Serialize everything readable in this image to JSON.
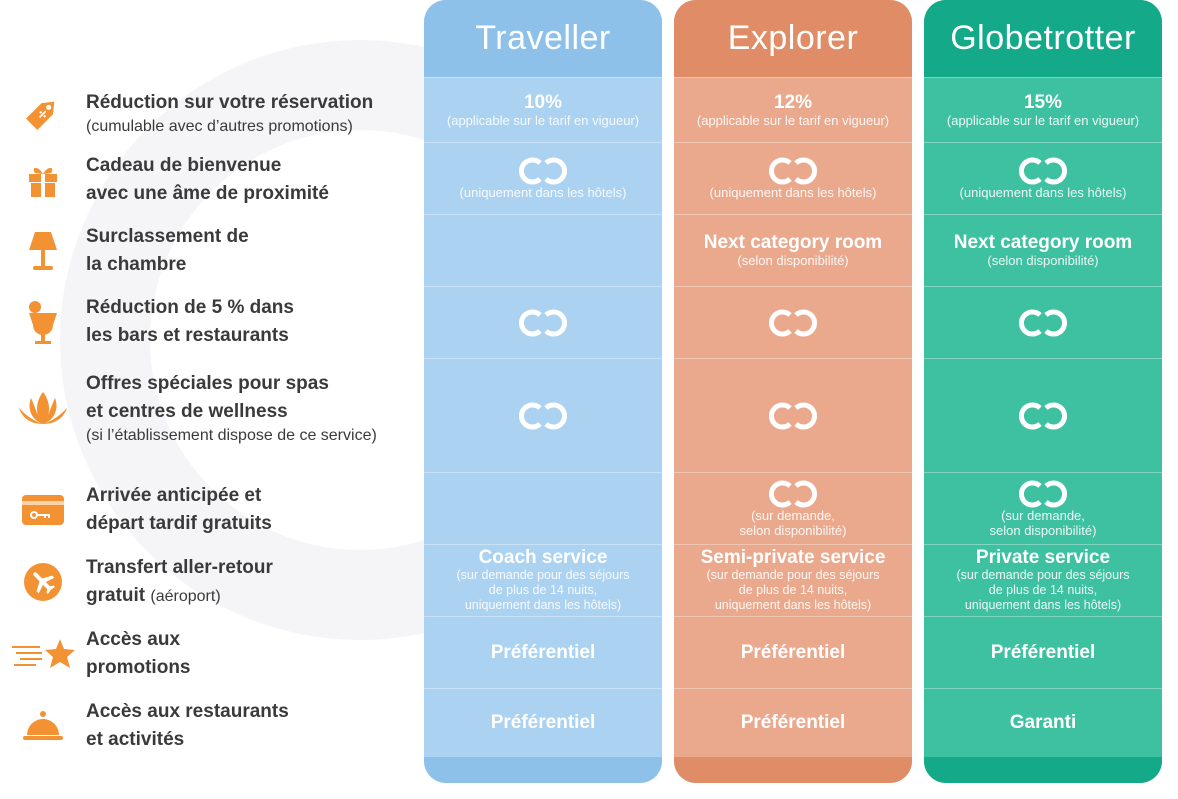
{
  "tiers": [
    {
      "name": "Traveller"
    },
    {
      "name": "Explorer"
    },
    {
      "name": "Globetrotter"
    }
  ],
  "features": [
    {
      "icon": "discount-tag-icon",
      "title": "Réduction sur votre réservation",
      "sub": "(cumulable avec d’autres promotions)"
    },
    {
      "icon": "gift-icon",
      "line1": "Cadeau de bienvenue",
      "line2": "avec une âme de proximité"
    },
    {
      "icon": "lamp-icon",
      "line1": "Surclassement de",
      "line2": "la chambre"
    },
    {
      "icon": "cocktail-icon",
      "line1": "Réduction de 5 % dans",
      "line2": "les bars et restaurants"
    },
    {
      "icon": "lotus-icon",
      "line1": "Offres spéciales pour spas",
      "line2": "et centres de wellness",
      "sub": "(si l’établissement dispose de ce service)"
    },
    {
      "icon": "key-card-icon",
      "line1": "Arrivée anticipée et",
      "line2": "départ tardif gratuits"
    },
    {
      "icon": "airplane-icon",
      "line1": "Transfert aller-retour",
      "line2": "gratuit",
      "inline_sub": "(aéroport)"
    },
    {
      "icon": "shooting-star-icon",
      "line1": "Accès aux",
      "line2": "promotions"
    },
    {
      "icon": "service-bell-icon",
      "line1": "Accès aux restaurants",
      "line2": "et activités"
    }
  ],
  "cells": {
    "discount": {
      "values": [
        "10%",
        "12%",
        "15%"
      ],
      "note": "(applicable sur le tarif en vigueur)"
    },
    "gift_note": "(uniquement dans les hôtels)",
    "upgrade": {
      "main": "Next category room",
      "note": "(selon disponibilité)"
    },
    "early_note_1": "(sur demande,",
    "early_note_2": "selon disponibilité)",
    "transfer": {
      "values": [
        "Coach service",
        "Semi-private service",
        "Private service"
      ],
      "note_1": "(sur demande pour des séjours",
      "note_2": "de plus de 14 nuits,",
      "note_3": "uniquement dans les hôtels)"
    },
    "promotions": [
      "Préférentiel",
      "Préférentiel",
      "Préférentiel"
    ],
    "restaurants": [
      "Préférentiel",
      "Préférentiel",
      "Garanti"
    ]
  },
  "colors": {
    "traveller": "#abd2f1",
    "explorer": "#eaa98c",
    "globetrotter": "#3ec1a1",
    "icon_orange": "#f39233"
  }
}
